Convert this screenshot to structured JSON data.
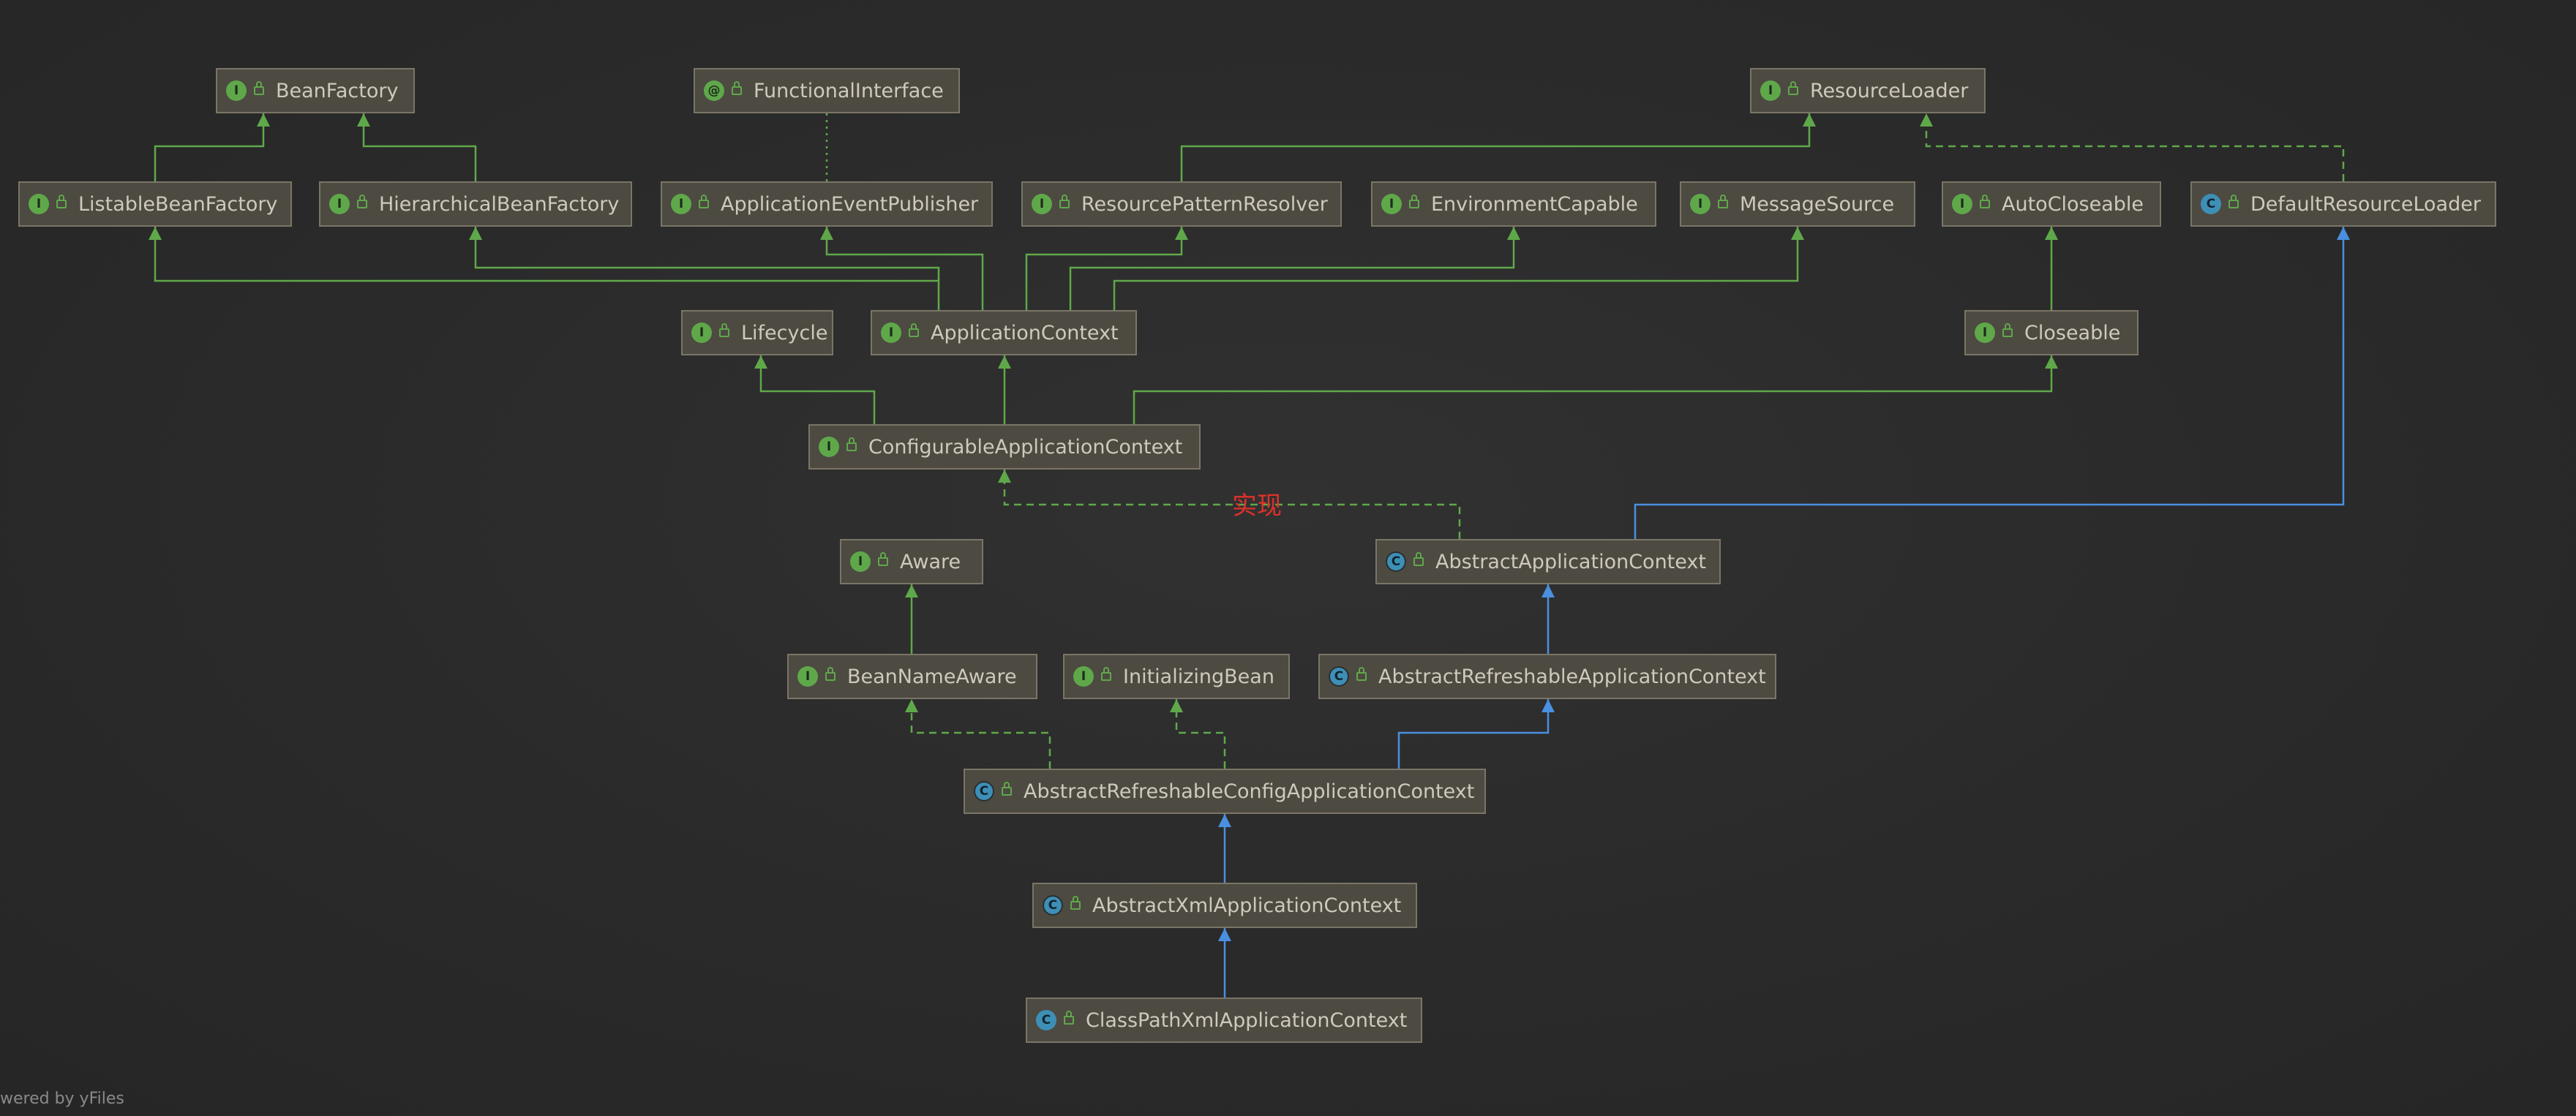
{
  "diagram": {
    "nodes": [
      {
        "id": "BeanFactory",
        "label": "BeanFactory",
        "kind": "interface",
        "badge": "I"
      },
      {
        "id": "FunctionalInterface",
        "label": "FunctionalInterface",
        "kind": "annotation",
        "badge": "@"
      },
      {
        "id": "ResourceLoader",
        "label": "ResourceLoader",
        "kind": "interface",
        "badge": "I"
      },
      {
        "id": "ListableBeanFactory",
        "label": "ListableBeanFactory",
        "kind": "interface",
        "badge": "I"
      },
      {
        "id": "HierarchicalBeanFactory",
        "label": "HierarchicalBeanFactory",
        "kind": "interface",
        "badge": "I"
      },
      {
        "id": "ApplicationEventPublisher",
        "label": "ApplicationEventPublisher",
        "kind": "interface",
        "badge": "I"
      },
      {
        "id": "ResourcePatternResolver",
        "label": "ResourcePatternResolver",
        "kind": "interface",
        "badge": "I"
      },
      {
        "id": "EnvironmentCapable",
        "label": "EnvironmentCapable",
        "kind": "interface",
        "badge": "I"
      },
      {
        "id": "MessageSource",
        "label": "MessageSource",
        "kind": "interface",
        "badge": "I"
      },
      {
        "id": "AutoCloseable",
        "label": "AutoCloseable",
        "kind": "interface",
        "badge": "I"
      },
      {
        "id": "DefaultResourceLoader",
        "label": "DefaultResourceLoader",
        "kind": "class",
        "badge": "C"
      },
      {
        "id": "Lifecycle",
        "label": "Lifecycle",
        "kind": "interface",
        "badge": "I"
      },
      {
        "id": "ApplicationContext",
        "label": "ApplicationContext",
        "kind": "interface",
        "badge": "I"
      },
      {
        "id": "Closeable",
        "label": "Closeable",
        "kind": "interface",
        "badge": "I"
      },
      {
        "id": "ConfigurableApplicationContext",
        "label": "ConfigurableApplicationContext",
        "kind": "interface",
        "badge": "I"
      },
      {
        "id": "Aware",
        "label": "Aware",
        "kind": "interface",
        "badge": "I"
      },
      {
        "id": "AbstractApplicationContext",
        "label": "AbstractApplicationContext",
        "kind": "abstract",
        "badge": "C"
      },
      {
        "id": "BeanNameAware",
        "label": "BeanNameAware",
        "kind": "interface",
        "badge": "I"
      },
      {
        "id": "InitializingBean",
        "label": "InitializingBean",
        "kind": "interface",
        "badge": "I"
      },
      {
        "id": "AbstractRefreshableApplicationContext",
        "label": "AbstractRefreshableApplicationContext",
        "kind": "abstract",
        "badge": "C"
      },
      {
        "id": "AbstractRefreshableConfigApplicationContext",
        "label": "AbstractRefreshableConfigApplicationContext",
        "kind": "abstract",
        "badge": "C"
      },
      {
        "id": "AbstractXmlApplicationContext",
        "label": "AbstractXmlApplicationContext",
        "kind": "abstract",
        "badge": "C"
      },
      {
        "id": "ClassPathXmlApplicationContext",
        "label": "ClassPathXmlApplicationContext",
        "kind": "class",
        "badge": "C"
      }
    ],
    "edges": [
      {
        "from": "ListableBeanFactory",
        "to": "BeanFactory",
        "type": "extends"
      },
      {
        "from": "HierarchicalBeanFactory",
        "to": "BeanFactory",
        "type": "extends"
      },
      {
        "from": "ApplicationEventPublisher",
        "to": "FunctionalInterface",
        "type": "annotated"
      },
      {
        "from": "ResourcePatternResolver",
        "to": "ResourceLoader",
        "type": "extends"
      },
      {
        "from": "DefaultResourceLoader",
        "to": "ResourceLoader",
        "type": "implements"
      },
      {
        "from": "ApplicationContext",
        "to": "ListableBeanFactory",
        "type": "extends"
      },
      {
        "from": "ApplicationContext",
        "to": "HierarchicalBeanFactory",
        "type": "extends"
      },
      {
        "from": "ApplicationContext",
        "to": "ApplicationEventPublisher",
        "type": "extends"
      },
      {
        "from": "ApplicationContext",
        "to": "ResourcePatternResolver",
        "type": "extends"
      },
      {
        "from": "ApplicationContext",
        "to": "EnvironmentCapable",
        "type": "extends"
      },
      {
        "from": "ApplicationContext",
        "to": "MessageSource",
        "type": "extends"
      },
      {
        "from": "Closeable",
        "to": "AutoCloseable",
        "type": "extends"
      },
      {
        "from": "ConfigurableApplicationContext",
        "to": "Lifecycle",
        "type": "extends"
      },
      {
        "from": "ConfigurableApplicationContext",
        "to": "ApplicationContext",
        "type": "extends"
      },
      {
        "from": "ConfigurableApplicationContext",
        "to": "Closeable",
        "type": "extends"
      },
      {
        "from": "AbstractApplicationContext",
        "to": "ConfigurableApplicationContext",
        "type": "implements"
      },
      {
        "from": "AbstractApplicationContext",
        "to": "DefaultResourceLoader",
        "type": "class-extends"
      },
      {
        "from": "BeanNameAware",
        "to": "Aware",
        "type": "extends"
      },
      {
        "from": "AbstractRefreshableApplicationContext",
        "to": "AbstractApplicationContext",
        "type": "class-extends"
      },
      {
        "from": "AbstractRefreshableConfigApplicationContext",
        "to": "BeanNameAware",
        "type": "implements"
      },
      {
        "from": "AbstractRefreshableConfigApplicationContext",
        "to": "InitializingBean",
        "type": "implements"
      },
      {
        "from": "AbstractRefreshableConfigApplicationContext",
        "to": "AbstractRefreshableApplicationContext",
        "type": "class-extends"
      },
      {
        "from": "AbstractXmlApplicationContext",
        "to": "AbstractRefreshableConfigApplicationContext",
        "type": "class-extends"
      },
      {
        "from": "ClassPathXmlApplicationContext",
        "to": "AbstractXmlApplicationContext",
        "type": "class-extends"
      }
    ],
    "annotation_label": "实现",
    "watermark": "wered by yFiles"
  },
  "colors": {
    "interface_edge": "#5fa84a",
    "class_edge": "#4a8fe0",
    "annotation_label": "#e0302a",
    "node_fill": "#4d4a42",
    "node_border": "#7a7566",
    "node_text": "#cfc9bd"
  },
  "icons": {
    "interface": "interface-icon",
    "annotation": "annotation-icon",
    "class": "class-icon",
    "abstract": "abstract-class-icon",
    "visibility": "public-lock-icon"
  }
}
